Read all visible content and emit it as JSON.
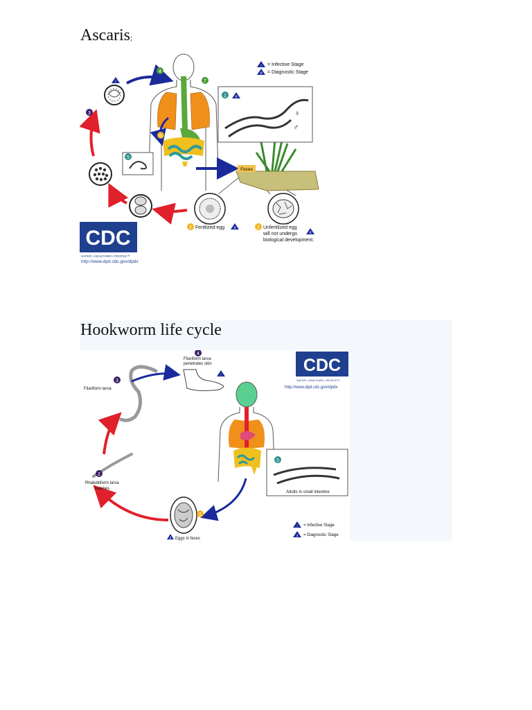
{
  "ascaris": {
    "heading": "Ascaris",
    "heading_suffix": ";",
    "legend_infective": "= Infective Stage",
    "legend_diagnostic": "= Diagnostic Stage",
    "stage_1": "1",
    "stage_2a": "2",
    "stage_2b": "2",
    "stage_3": "3",
    "stage_4": "4",
    "stage_5": "5",
    "stage_6": "6",
    "stage_7": "7",
    "badge_i": "i",
    "badge_d": "d",
    "female_symbol": "♀",
    "male_symbol": "♂",
    "feces_label": "Feces",
    "fertilized_egg": "Fertilized egg",
    "unfertilized_line1": "Unfertilized egg",
    "unfertilized_line2": "will not undergo",
    "unfertilized_line3": "biological development.",
    "cdc_logo": "CDC",
    "cdc_tagline": "SAFER • HEALTHIER • PEOPLE™",
    "cdc_url": "http://www.dpd.cdc.gov/dpdx"
  },
  "hookworm": {
    "heading": "Hookworm life cycle",
    "stage_1": "1",
    "stage_2": "2",
    "stage_3": "3",
    "stage_4": "4",
    "stage_5": "5",
    "label_filariform": "Filariform larva",
    "label_penetrates_1": "Filariform larva",
    "label_penetrates_2": "penetrates skin",
    "label_rhabditiform_1": "Rhabditiform larva",
    "label_rhabditiform_2": "hatches",
    "label_eggs": "Eggs in feces",
    "label_adults": "Adults in small intestine",
    "legend_infective": "= Infective Stage",
    "legend_diagnostic": "= Diagnostic Stage",
    "badge_i": "i",
    "badge_d": "d",
    "cdc_logo": "CDC",
    "cdc_tagline": "SAFER • HEALTHIER • PEOPLE™",
    "cdc_url": "http://www.dpd.cdc.gov/dpdx"
  },
  "colors": {
    "cdc_blue": "#1f3f8f",
    "arrow_red": "#e0202a",
    "arrow_blue": "#1a2a9a",
    "stage_purple": "#3a1f66",
    "stage_green": "#4a9a3a",
    "stage_teal": "#2f8f8f",
    "stage_yellow": "#f2b423",
    "lung_orange": "#f0901a",
    "gut_green": "#5aa83a",
    "gut_yellow": "#f0c020",
    "intestine_teal": "#2f9a9a"
  }
}
